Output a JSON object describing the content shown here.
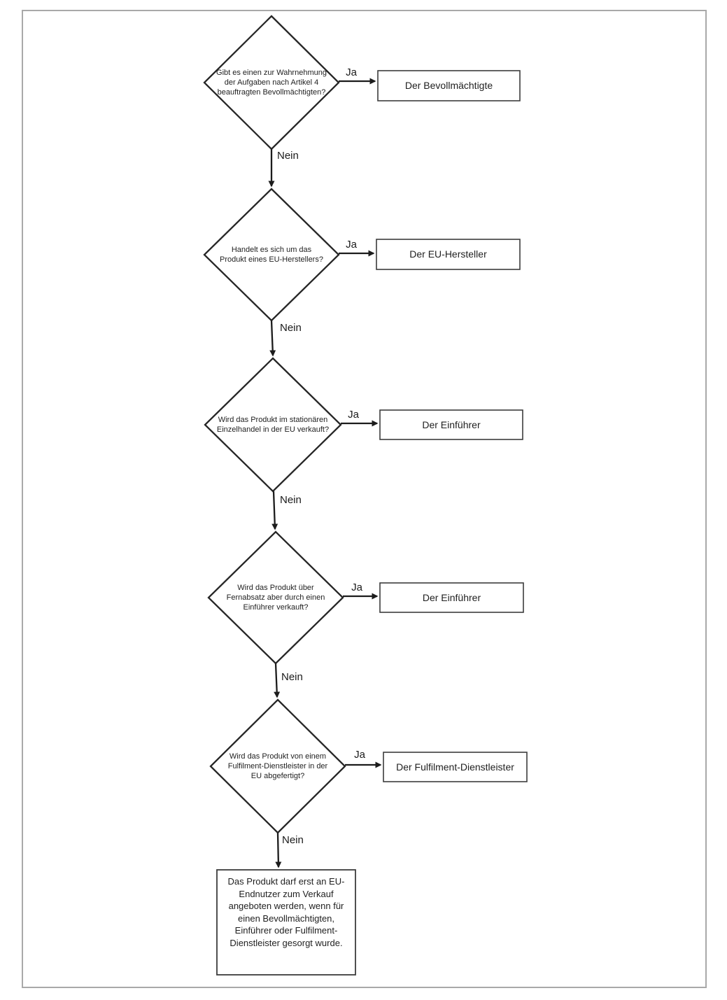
{
  "flowchart": {
    "decisions": [
      {
        "question": "Gibt es einen zur Wahrnehmung der Aufgaben nach Artikel 4 beauftragten Bevollmächtigten?",
        "yes_label": "Ja",
        "no_label": "Nein",
        "result": "Der Bevollmächtigte"
      },
      {
        "question": "Handelt es sich um das Produkt eines EU-Herstellers?",
        "yes_label": "Ja",
        "no_label": "Nein",
        "result": "Der EU-Hersteller"
      },
      {
        "question": "Wird das Produkt im stationären Einzelhandel in der EU verkauft?",
        "yes_label": "Ja",
        "no_label": "Nein",
        "result": "Der Einführer"
      },
      {
        "question": "Wird das Produkt über Fernabsatz aber durch einen Einführer verkauft?",
        "yes_label": "Ja",
        "no_label": "Nein",
        "result": "Der Einführer"
      },
      {
        "question": "Wird das Produkt von einem Fulfilment-Dienstleister in der EU abgefertigt?",
        "yes_label": "Ja",
        "no_label": "Nein",
        "result": "Der Fulfilment-Dienstleister"
      }
    ],
    "final_node": {
      "text": "Das Produkt darf erst an EU-Endnutzer zum Verkauf angeboten werden, wenn für einen Bevollmächtigten, Einführer oder Fulfilment-Dienstleister gesorgt wurde."
    },
    "colors": {
      "line": "#262626",
      "text": "#1f1f1f",
      "frame_border": "#a9a9a9",
      "background": "#ffffff"
    }
  }
}
